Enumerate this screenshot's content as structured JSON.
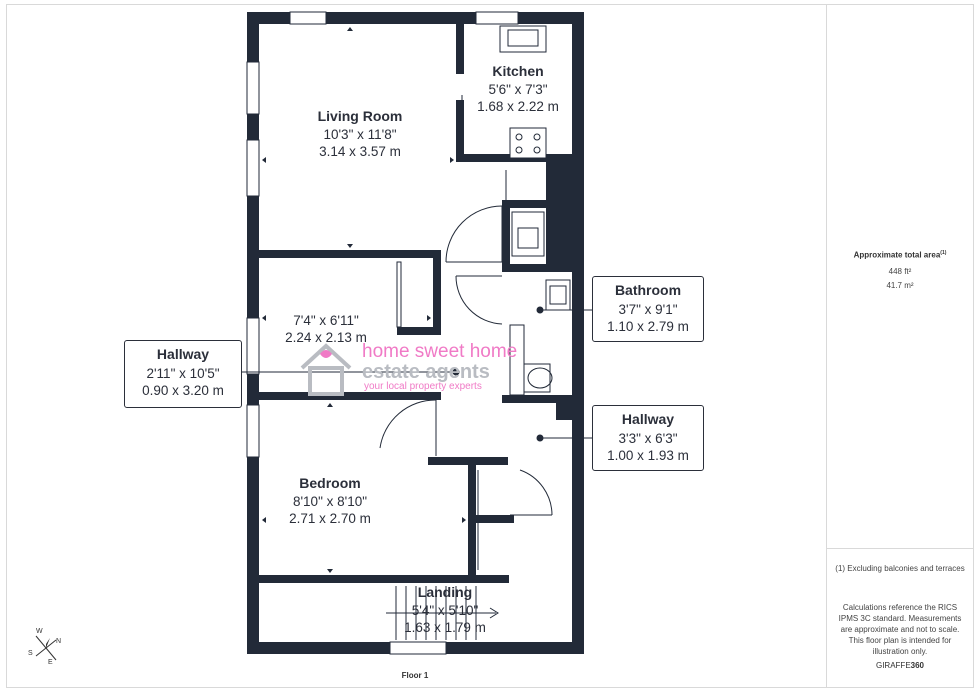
{
  "rooms": {
    "living_room": {
      "name": "Living Room",
      "imperial": "10'3\" x 11'8\"",
      "metric": "3.14 x 3.57 m"
    },
    "kitchen": {
      "name": "Kitchen",
      "imperial": "5'6\" x 7'3\"",
      "metric": "1.68 x 2.22 m"
    },
    "storage": {
      "name": "",
      "imperial": "7'4\" x 6'11\"",
      "metric": "2.24 x 2.13 m"
    },
    "bedroom": {
      "name": "Bedroom",
      "imperial": "8'10\" x 8'10\"",
      "metric": "2.71 x 2.70 m"
    },
    "landing": {
      "name": "Landing",
      "imperial": "5'4\" x 5'10\"",
      "metric": "1.63 x 1.79 m"
    }
  },
  "callouts": {
    "hallway_left": {
      "name": "Hallway",
      "imperial": "2'11\" x 10'5\"",
      "metric": "0.90 x 3.20 m"
    },
    "bathroom": {
      "name": "Bathroom",
      "imperial": "3'7\" x 9'1\"",
      "metric": "1.10 x 2.79 m"
    },
    "hallway_right": {
      "name": "Hallway",
      "imperial": "3'3\" x 6'3\"",
      "metric": "1.00 x 1.93 m"
    }
  },
  "panel": {
    "area_title": "Approximate total area",
    "area_sup": "(1)",
    "area_ft": "448 ft²",
    "area_m": "41.7 m²",
    "note_balconies": "(1) Excluding balconies and terraces",
    "note_rics": "Calculations reference the RICS IPMS 3C standard. Measurements are approximate and not to scale. This floor plan is intended for illustration only.",
    "brand_light": "GIRAFFE",
    "brand_bold": "360"
  },
  "floor_label": "Floor 1",
  "compass": {
    "w": "W",
    "n": "N",
    "s": "S",
    "e": "E"
  },
  "watermark": {
    "line1": "home sweet home",
    "line2": "estate agents",
    "line3": "your local property experts"
  },
  "colors": {
    "wall": "#222a38",
    "text": "#2b2f3a",
    "watermark_pink": "#f07ac6"
  }
}
